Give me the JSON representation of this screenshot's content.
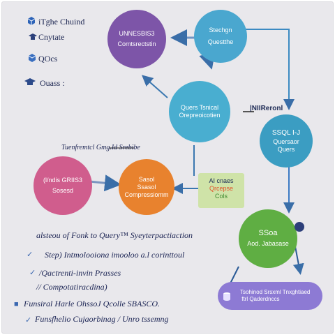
{
  "legend": {
    "items": [
      {
        "label": "iTghe Chuind",
        "icon": "cube-icon",
        "color": "#2d63b8"
      },
      {
        "label": "Cnytate",
        "icon": "mortarboard-icon",
        "color": "#2b3f7a"
      },
      {
        "label": "QOcs",
        "icon": "cube-icon",
        "color": "#3a6fc0"
      },
      {
        "label": "Ouass :",
        "icon": "mortarboard-icon",
        "color": "#2c4a8a"
      }
    ]
  },
  "nodes": {
    "purple": {
      "line1": "UNNESBIS3",
      "line2": "Comtsrectstin",
      "color": "#7d55a8"
    },
    "teal_top": {
      "line1": "Stechgn",
      "line2": "Questthe",
      "color": "#4aa7cf"
    },
    "center": {
      "line1": "Quers Tsnical",
      "line2": "Orepreoicotien",
      "color": "#49aed0"
    },
    "right_mid": {
      "line1": "SSQL  I-J",
      "line2": "Quersaor",
      "line3": "Quers",
      "color": "#3b9dc2"
    },
    "pink": {
      "line1": "(l/ndis GRIIS3",
      "line2": "Sosesd",
      "color": "#d05d8d"
    },
    "orange": {
      "line1": "Sasol",
      "line2": "Ssasol",
      "line3": "Compressiomm",
      "color": "#e8822e"
    },
    "green": {
      "line1": "SSoa",
      "line2": "Aod. Jabasase",
      "color": "#5fae43"
    }
  },
  "labels": {
    "header_right": "|NIIReronl",
    "top_left_caption": "Tuenfremtcl Gmg.Id Srebibe",
    "ai_box_line1": "AI cnaes",
    "ai_box_line2": "Qrcepse",
    "ai_box_line3": "Cols",
    "db_box": "Tsohinod Srsxml Tnxghtiaed\n ftrl Qaderdnccs",
    "feedback": "alsteou of Fonk to Query™  Syeyterpactiaction"
  },
  "bottom_lines": [
    {
      "text": "Step) Intmolooiona imooloo a.l corinttoul",
      "icon": "check-icon"
    },
    {
      "text": "/Qactrenti-invin Prasses",
      "icon": "check-icon"
    },
    {
      "text": "// Compotatiracdina)",
      "icon": "none"
    },
    {
      "text": "Funsiral Harle OhssoJ Qcolle SBASCO.",
      "icon": "box-icon"
    },
    {
      "text": "Funsfhelio Cujaorbinag / Unro tssemng",
      "icon": "check-icon"
    }
  ]
}
